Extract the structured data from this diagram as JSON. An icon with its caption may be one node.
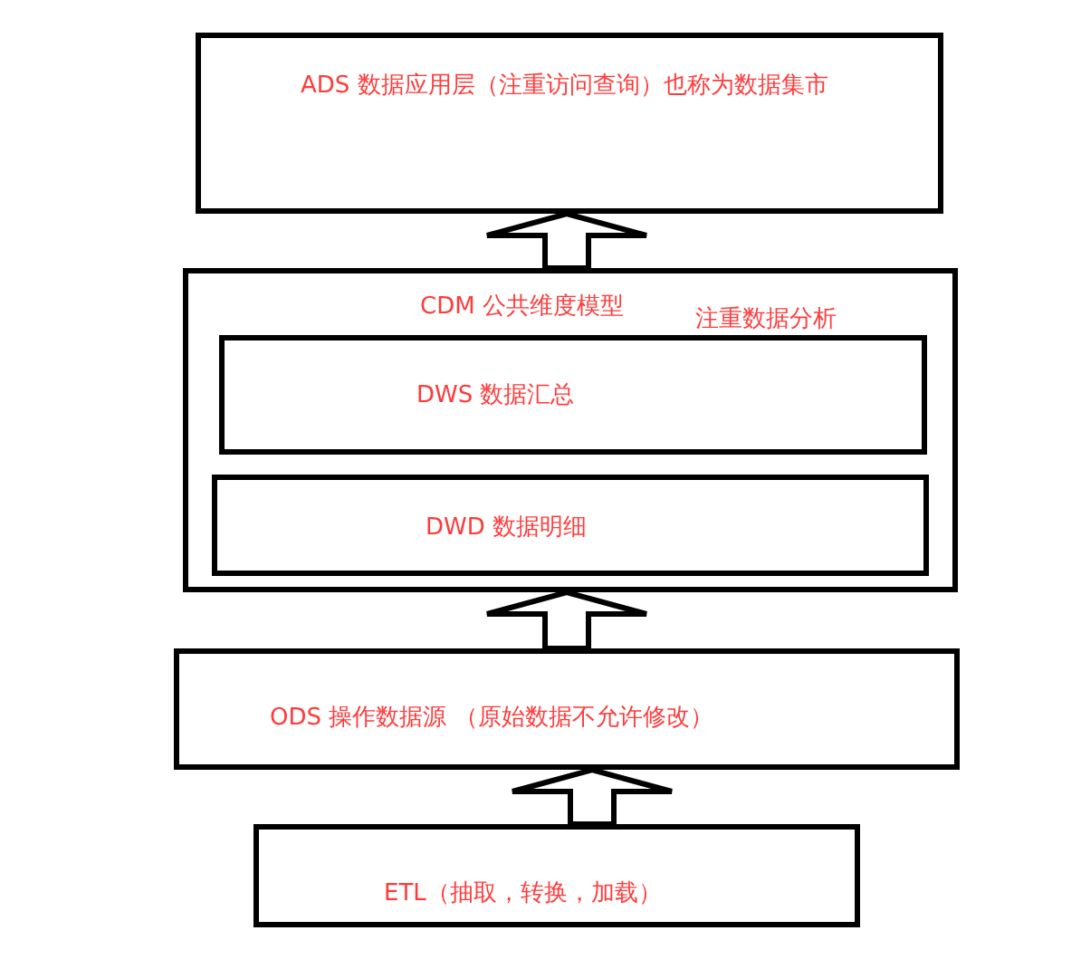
{
  "diagram": {
    "nodes": [
      {
        "text": [
          "ADS 数据应用层（注重访问查询）也称为数据集市"
        ]
      },
      {
        "text": [
          "CDM 公共维度模型",
          "注重数据分析"
        ]
      },
      {
        "text": [
          "DWS 数据汇总"
        ],
        "in": 1
      },
      {
        "text": [
          "DWD 数据明细"
        ],
        "in": 1
      },
      {
        "text": [
          "ODS 操作数据源 （原始数据不允许修改）"
        ]
      },
      {
        "text": [
          "ETL（抽取，转换，加载）"
        ]
      }
    ],
    "edges": [
      {
        "from": 5,
        "to": 4,
        "arrow": "to"
      },
      {
        "from": 4,
        "to": 1,
        "arrow": "to"
      },
      {
        "from": 1,
        "to": 0,
        "arrow": "to"
      }
    ]
  }
}
